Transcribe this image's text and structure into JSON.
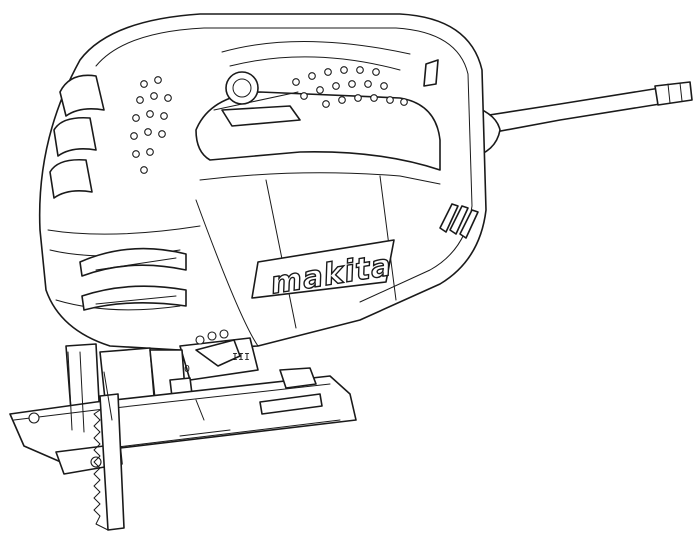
{
  "product": {
    "brand_logo": "makita",
    "orbit_marks": [
      "0",
      "III"
    ]
  },
  "colors": {
    "line": "#1a1a1a",
    "background": "#ffffff"
  }
}
